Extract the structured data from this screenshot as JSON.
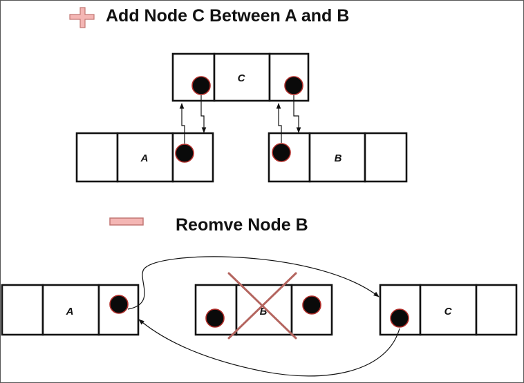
{
  "titles": {
    "add": "Add Node C Between A and B",
    "remove": "Reomve Node B"
  },
  "icons": {
    "add": "plus-icon",
    "remove": "minus-icon"
  },
  "labels": {
    "node_a": "A",
    "node_b": "B",
    "node_c": "C"
  },
  "colors": {
    "pointer_dot": "#0a0a0a",
    "pointer_ring": "#b3302c",
    "icon_fill": "#f4b6b4",
    "cross": "#b4655f"
  }
}
